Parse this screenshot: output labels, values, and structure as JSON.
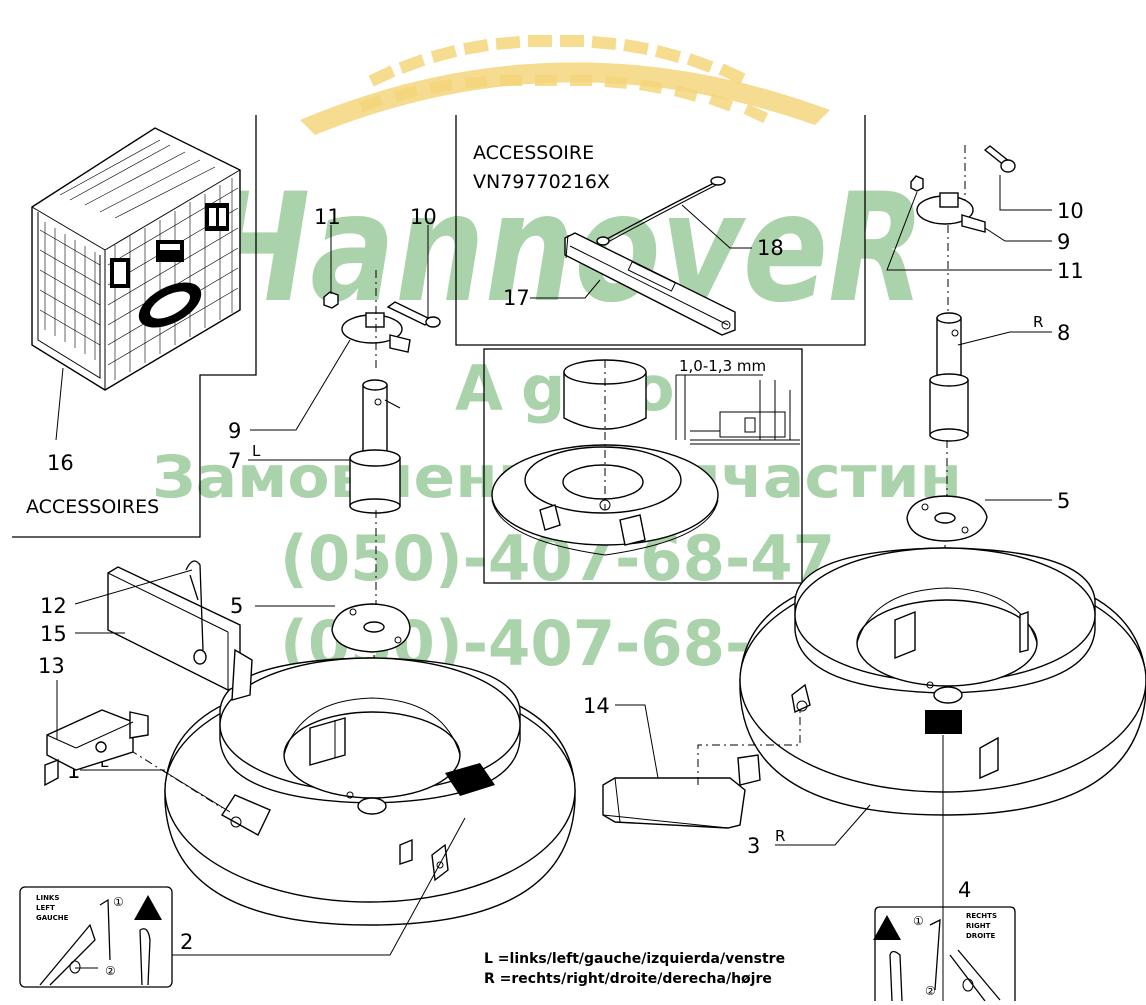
{
  "watermark": {
    "brand": "HannoveR",
    "sub": "Agro",
    "line1": "Замовлення запчастин",
    "phone1": "(050)-407-68-47",
    "phone2": "(050)-407-68-45"
  },
  "boxes": {
    "accessoires_label": "ACCESSOIRES",
    "accessoire_title": "ACCESSOIRE",
    "accessoire_code": "VN79770216X",
    "gap_dimension": "1,0-1,3 mm"
  },
  "parts": {
    "p1": "1",
    "p2": "2",
    "p3": "3",
    "p4": "4",
    "p5a": "5",
    "p5b": "5",
    "p7": "7",
    "p8": "8",
    "p9a": "9",
    "p9b": "9",
    "p10a": "10",
    "p10b": "10",
    "p11a": "11",
    "p11b": "11",
    "p12": "12",
    "p13": "13",
    "p14": "14",
    "p15": "15",
    "p16": "16",
    "p17": "17",
    "p18": "18"
  },
  "side_marks": {
    "l1": "L",
    "l7": "L",
    "r8": "R",
    "r3": "R"
  },
  "stickers": {
    "left_lines": [
      "LINKS",
      "LEFT",
      "GAUCHE"
    ],
    "right_lines": [
      "RECHTS",
      "RIGHT",
      "DROITE"
    ],
    "step1": "①",
    "step2": "②"
  },
  "legend": {
    "l": "L  =links/left/gauche/izquierda/venstre",
    "r": "R  =rechts/right/droite/derecha/højre"
  }
}
